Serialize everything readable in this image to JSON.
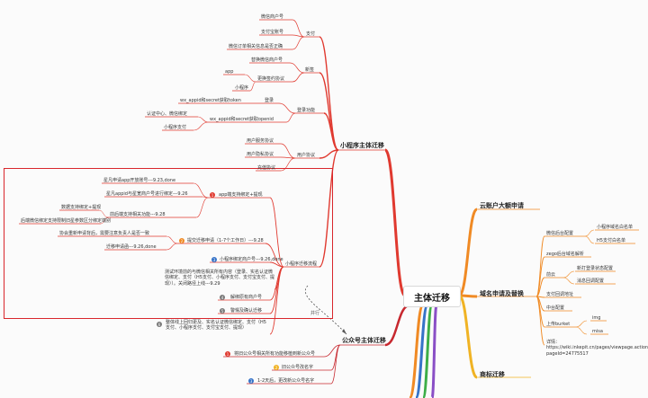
{
  "root": {
    "label": "主体迁移"
  },
  "colors": {
    "red": "#e0392f",
    "orange": "#f08a24",
    "blue": "#3673c8",
    "green": "#3dae48",
    "purple": "#8a4fc6",
    "frame": "#d9262c"
  },
  "left": {
    "mini": {
      "title": "小程序主体迁移",
      "pay": {
        "label": "支付",
        "items": [
          "微信商户号",
          "支付宝账号",
          "微信订单相关信息是否正确"
        ]
      },
      "renew": {
        "label": "新签",
        "item1": "替换微信商户号",
        "item2": "更换签约协议",
        "sub": [
          "app",
          "小程序"
        ]
      },
      "login": {
        "label": "登录功能",
        "item1": "wx_appid和secret获取token",
        "item2": "wx_appid和secret获取openid",
        "sub": [
          "认证中心、微信绑定",
          "小程序支付"
        ]
      },
      "proto": {
        "label": "用户协议",
        "items": [
          "用户服务协议",
          "用户隐私协议",
          "充值协议"
        ]
      },
      "flow": {
        "label": "小程序迁移流程",
        "b1": {
          "label": "app端支持绑定+提现",
          "num": "1",
          "l2a": "星凡申请app开放账号---9.23,done",
          "l2b": "星凡appid与星宽商户号进行绑定---9.26",
          "l2c": "前后端支持相关功能---9.28",
          "l3": [
            "数据支持绑定+提现",
            "后端微信绑定支持限制旧星参数区分绑定端别"
          ]
        },
        "b2": {
          "label": "提交迁移申请（1-7个工作日）---9.28",
          "num": "2",
          "items": [
            "协会重新申请背后，需要注意负责人是否一致",
            "迁移申请函---9.26,done"
          ]
        },
        "b3": {
          "label": "小程序绑定商户号---9.26,done",
          "num": "3"
        },
        "b4": {
          "label": "测试环境前的与微信相关所有内容（登录、实名认证微信绑定、支付（H5支付、小程序支付、支付宝支付、提现））。关闭路径上线---9.29",
          "num": ""
        },
        "b5": {
          "label": "解绑原有商户号",
          "num": "4"
        },
        "b6": {
          "label": "警惕及确认迁移",
          "num": "5"
        },
        "b7": {
          "label": "整体线上回归更及、实名认证微信绑定、支付（H5支付、小程序支付、支付宝支付、提现）",
          "num": "6"
        }
      }
    },
    "gzh": {
      "title": "公众号主体迁移",
      "items": [
        {
          "num": "1",
          "text": "将旧公众号相关所有功能移植到新公众号"
        },
        {
          "num": "2",
          "text": "旧公众号改名字"
        },
        {
          "num": "3",
          "text": "1-2天后，更改新公众号名字"
        }
      ]
    },
    "parallel": "并行"
  },
  "right": {
    "yun": {
      "title": "云账户大额申请"
    },
    "domain": {
      "title": "域名申请及替换",
      "n1": {
        "label": "微信后台配置",
        "sub": [
          "小程序域名白名单",
          "H5支付白名单"
        ]
      },
      "n2": {
        "label": "zego后台域名解析"
      },
      "n3": {
        "label": "前云",
        "sub": [
          "新打登录状态配置",
          "消息回调配置"
        ]
      },
      "n4": {
        "label": "支付回调地址"
      },
      "n5": {
        "label": "中台配置"
      },
      "n6": {
        "label": "上传burket",
        "sub": [
          "img",
          "misa"
        ]
      },
      "n7": {
        "label": "详情：https://wiki.inkepit.cn/pages/viewpage.action?pageId=24775517"
      }
    },
    "brand": {
      "title": "商标迁移"
    }
  }
}
